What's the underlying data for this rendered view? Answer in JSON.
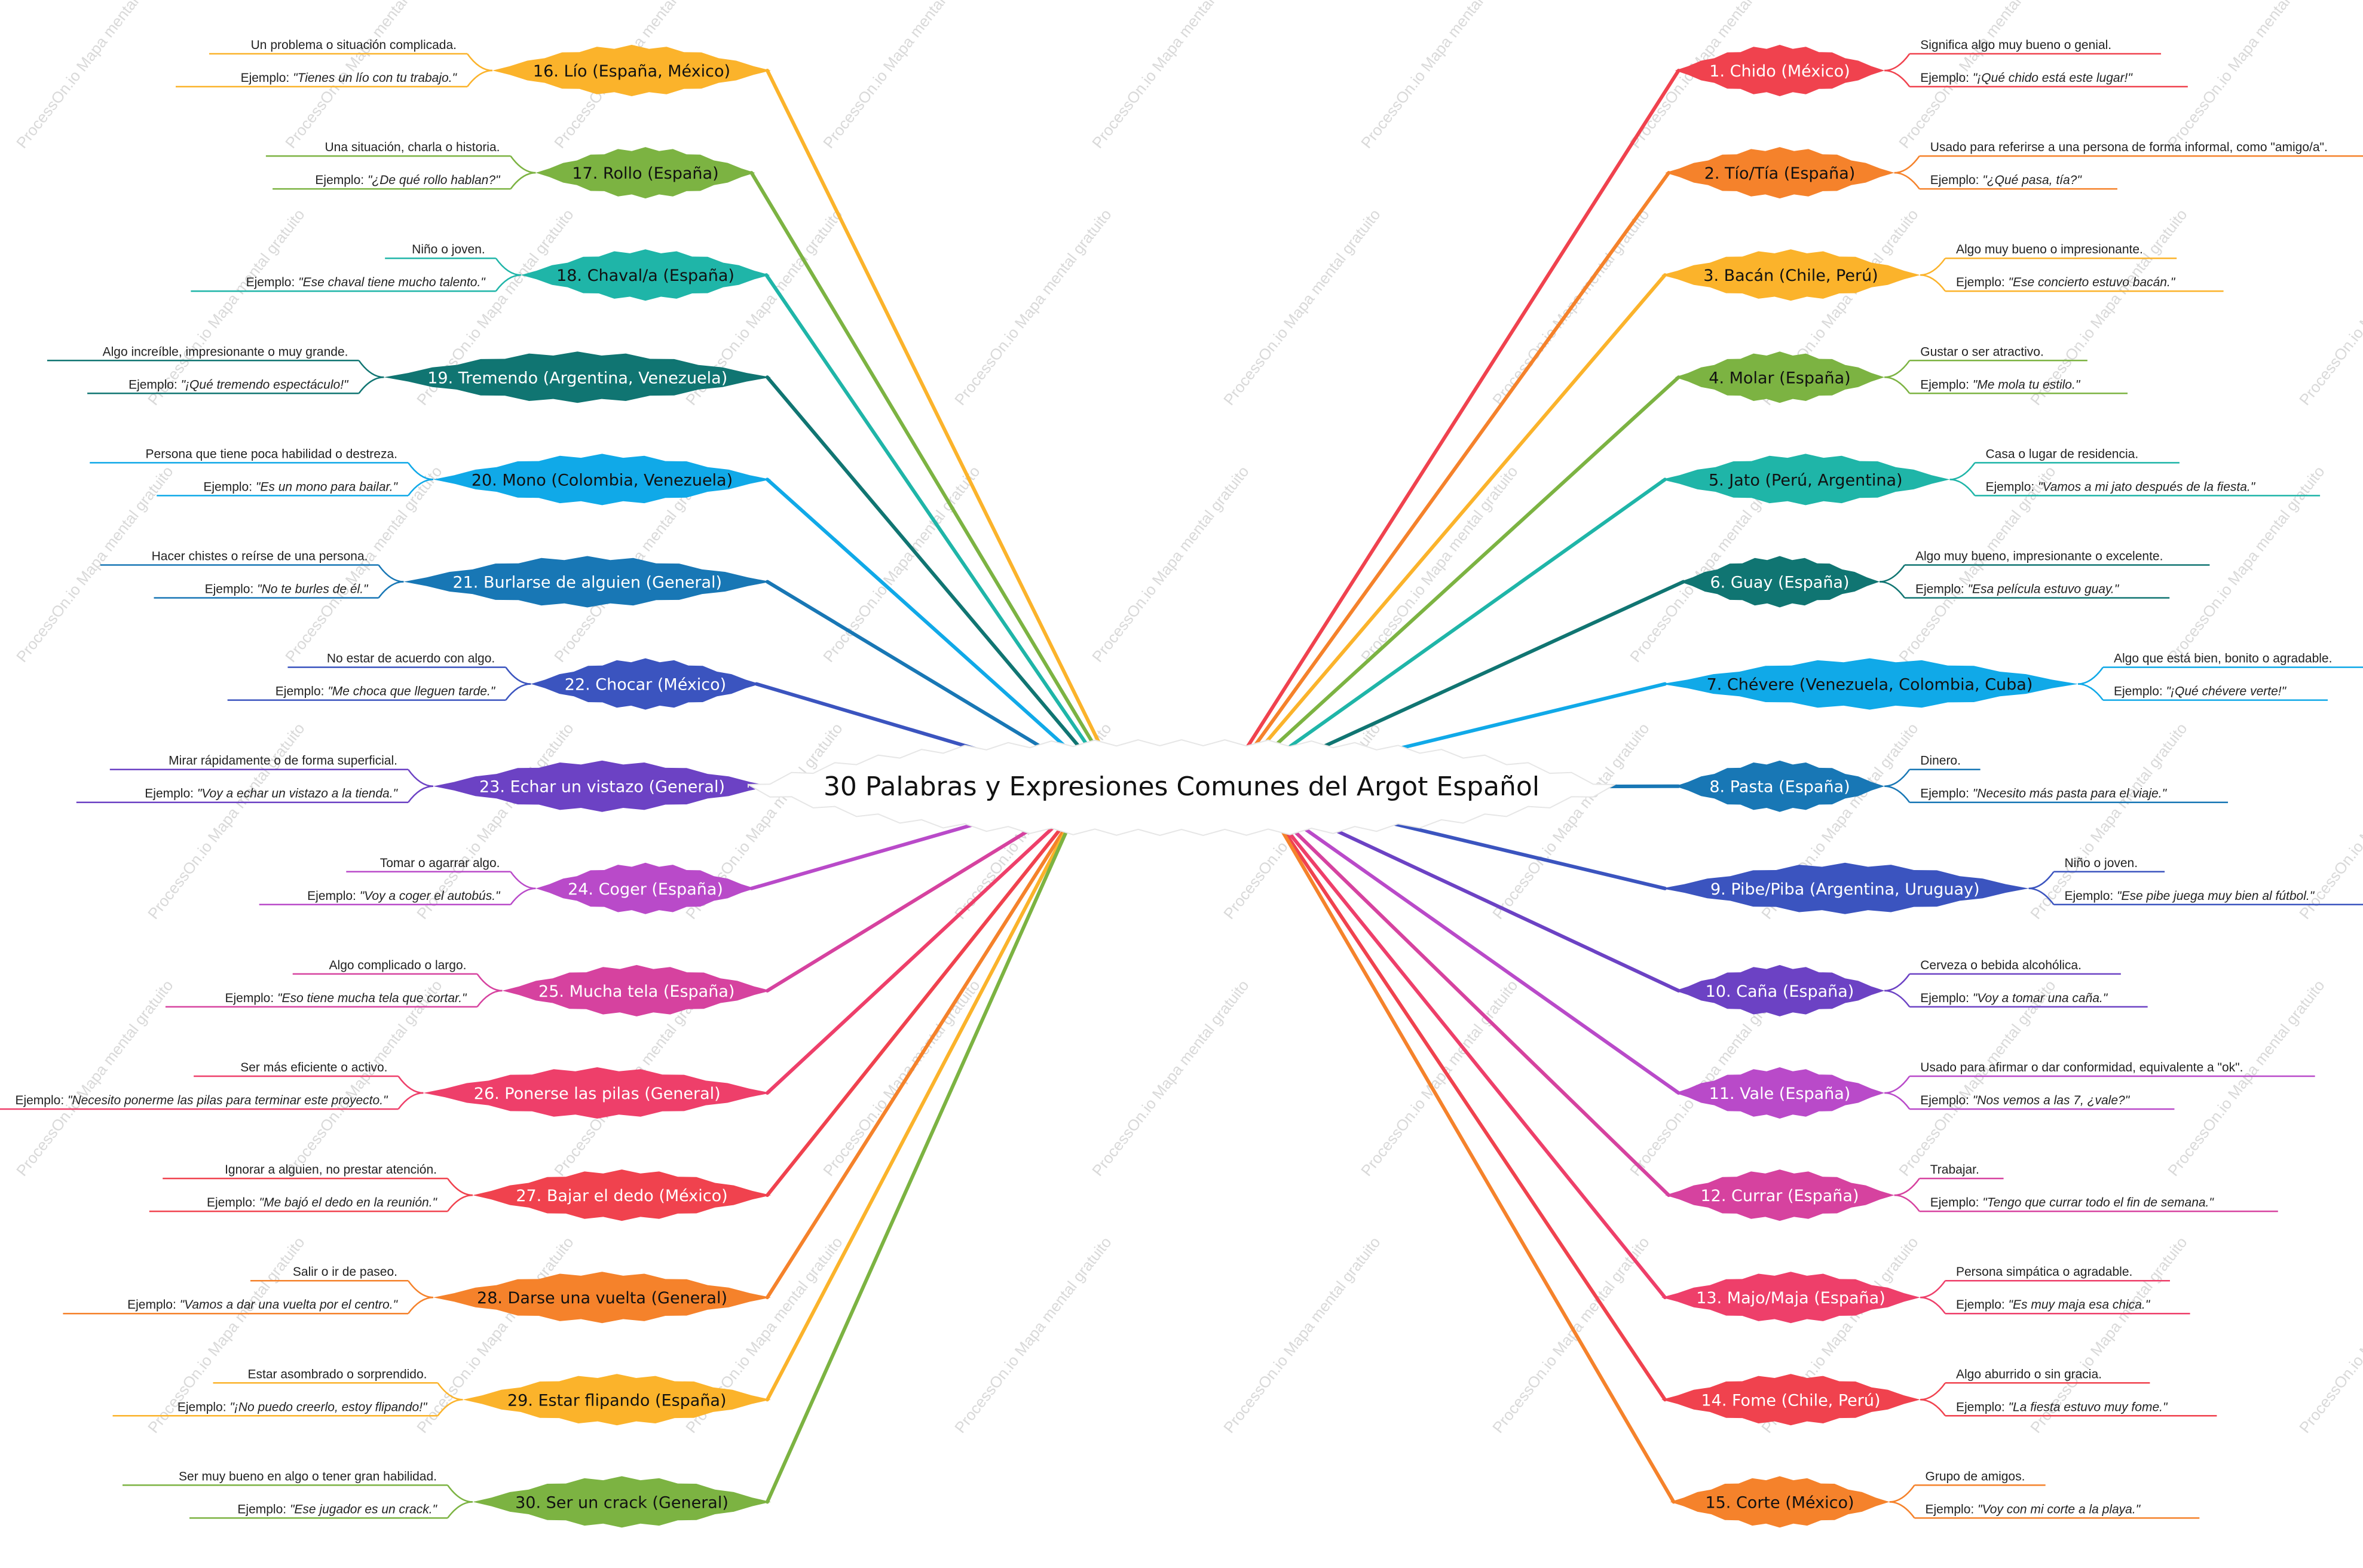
{
  "title": "30 Palabras y Expresiones Comunes del Argot Español",
  "watermark": "ProcessOn.io Mapa mental gratuito",
  "example_prefix": "Ejemplo: ",
  "branches": [
    {
      "label": "1. Chido (México)",
      "desc": "Significa algo muy bueno o genial.",
      "example": "\"¡Qué chido está este lugar!\"",
      "color": "#f0424e",
      "side": "right",
      "text_color": "#ffffff"
    },
    {
      "label": "2. Tío/Tía (España)",
      "desc": "Usado para referirse a una persona de forma informal, como \"amigo/a\".",
      "example": "\"¿Qué pasa, tía?\"",
      "color": "#f5822b",
      "side": "right",
      "text_color": "#111111"
    },
    {
      "label": "3. Bacán (Chile, Perú)",
      "desc": "Algo muy bueno o impresionante.",
      "example": "\"Ese concierto estuvo bacán.\"",
      "color": "#fbb32b",
      "side": "right",
      "text_color": "#111111"
    },
    {
      "label": "4. Molar (España)",
      "desc": "Gustar o ser atractivo.",
      "example": "\"Me mola tu estilo.\"",
      "color": "#7cb342",
      "side": "right",
      "text_color": "#111111"
    },
    {
      "label": "5. Jato (Perú, Argentina)",
      "desc": "Casa o lugar de residencia.",
      "example": "\"Vamos a mi jato después de la fiesta.\"",
      "color": "#1fb5a8",
      "side": "right",
      "text_color": "#111111"
    },
    {
      "label": "6. Guay (España)",
      "desc": "Algo muy bueno, impresionante o excelente.",
      "example": "\"Esa película estuvo guay.\"",
      "color": "#107572",
      "side": "right",
      "text_color": "#ffffff"
    },
    {
      "label": "7. Chévere (Venezuela, Colombia, Cuba)",
      "desc": "Algo que está bien, bonito o agradable.",
      "example": "\"¡Qué chévere verte!\"",
      "color": "#10a9e8",
      "side": "right",
      "text_color": "#111111"
    },
    {
      "label": "8. Pasta (España)",
      "desc": "Dinero.",
      "example": "\"Necesito más pasta para el viaje.\"",
      "color": "#1877b5",
      "side": "right",
      "text_color": "#ffffff"
    },
    {
      "label": "9. Pibe/Piba (Argentina, Uruguay)",
      "desc": "Niño o joven.",
      "example": "\"Ese pibe juega muy bien al fútbol.\"",
      "color": "#3b54bf",
      "side": "right",
      "text_color": "#ffffff"
    },
    {
      "label": "10. Caña (España)",
      "desc": "Cerveza o bebida alcohólica.",
      "example": "\"Voy a tomar una caña.\"",
      "color": "#6c42c4",
      "side": "right",
      "text_color": "#ffffff"
    },
    {
      "label": "11. Vale (España)",
      "desc": "Usado para afirmar o dar conformidad, equivalente a \"ok\".",
      "example": "\"Nos vemos a las 7, ¿vale?\"",
      "color": "#b94ac9",
      "side": "right",
      "text_color": "#ffffff"
    },
    {
      "label": "12. Currar (España)",
      "desc": "Trabajar.",
      "example": "\"Tengo que currar todo el fin de semana.\"",
      "color": "#d6429f",
      "side": "right",
      "text_color": "#ffffff"
    },
    {
      "label": "13. Majo/Maja (España)",
      "desc": "Persona simpática o agradable.",
      "example": "\"Es muy maja esa chica.\"",
      "color": "#ee3f6a",
      "side": "right",
      "text_color": "#ffffff"
    },
    {
      "label": "14. Fome (Chile, Perú)",
      "desc": "Algo aburrido o sin gracia.",
      "example": "\"La fiesta estuvo muy fome.\"",
      "color": "#f0424e",
      "side": "right",
      "text_color": "#ffffff"
    },
    {
      "label": "15. Corte (México)",
      "desc": "Grupo de amigos.",
      "example": "\"Voy con mi corte a la playa.\"",
      "color": "#f5822b",
      "side": "right",
      "text_color": "#111111"
    },
    {
      "label": "16. Lío (España, México)",
      "desc": "Un problema o situación complicada.",
      "example": "\"Tienes un lío con tu trabajo.\"",
      "color": "#fbb32b",
      "side": "left",
      "text_color": "#111111"
    },
    {
      "label": "17. Rollo (España)",
      "desc": "Una situación, charla o historia.",
      "example": "\"¿De qué rollo hablan?\"",
      "color": "#7cb342",
      "side": "left",
      "text_color": "#111111"
    },
    {
      "label": "18. Chaval/a (España)",
      "desc": "Niño o joven.",
      "example": "\"Ese chaval tiene mucho talento.\"",
      "color": "#1fb5a8",
      "side": "left",
      "text_color": "#111111"
    },
    {
      "label": "19. Tremendo (Argentina, Venezuela)",
      "desc": "Algo increíble, impresionante o muy grande.",
      "example": "\"¡Qué tremendo espectáculo!\"",
      "color": "#107572",
      "side": "left",
      "text_color": "#ffffff"
    },
    {
      "label": "20. Mono (Colombia, Venezuela)",
      "desc": "Persona que tiene poca habilidad o destreza.",
      "example": "\"Es un mono para bailar.\"",
      "color": "#10a9e8",
      "side": "left",
      "text_color": "#111111"
    },
    {
      "label": "21. Burlarse de alguien (General)",
      "desc": "Hacer chistes o reírse de una persona.",
      "example": "\"No te burles de él.\"",
      "color": "#1877b5",
      "side": "left",
      "text_color": "#ffffff"
    },
    {
      "label": "22. Chocar (México)",
      "desc": "No estar de acuerdo con algo.",
      "example": "\"Me choca que lleguen tarde.\"",
      "color": "#3b54bf",
      "side": "left",
      "text_color": "#ffffff"
    },
    {
      "label": "23. Echar un vistazo (General)",
      "desc": "Mirar rápidamente o de forma superficial.",
      "example": "\"Voy a echar un vistazo a la tienda.\"",
      "color": "#6c42c4",
      "side": "left",
      "text_color": "#ffffff"
    },
    {
      "label": "24. Coger (España)",
      "desc": "Tomar o agarrar algo.",
      "example": "\"Voy a coger el autobús.\"",
      "color": "#b94ac9",
      "side": "left",
      "text_color": "#ffffff"
    },
    {
      "label": "25. Mucha tela (España)",
      "desc": "Algo complicado o largo.",
      "example": "\"Eso tiene mucha tela que cortar.\"",
      "color": "#d6429f",
      "side": "left",
      "text_color": "#ffffff"
    },
    {
      "label": "26. Ponerse las pilas (General)",
      "desc": "Ser más eficiente o activo.",
      "example": "\"Necesito ponerme las pilas para terminar este proyecto.\"",
      "color": "#ee3f6a",
      "side": "left",
      "text_color": "#ffffff"
    },
    {
      "label": "27. Bajar el dedo (México)",
      "desc": "Ignorar a alguien, no prestar atención.",
      "example": "\"Me bajó el dedo en la reunión.\"",
      "color": "#f0424e",
      "side": "left",
      "text_color": "#ffffff"
    },
    {
      "label": "28. Darse una vuelta (General)",
      "desc": "Salir o ir de paseo.",
      "example": "\"Vamos a dar una vuelta por el centro.\"",
      "color": "#f5822b",
      "side": "left",
      "text_color": "#111111"
    },
    {
      "label": "29. Estar flipando (España)",
      "desc": "Estar asombrado o sorprendido.",
      "example": "\"¡No puedo creerlo, estoy flipando!\"",
      "color": "#fbb32b",
      "side": "left",
      "text_color": "#111111"
    },
    {
      "label": "30. Ser un crack (General)",
      "desc": "Ser muy bueno en algo o tener gran habilidad.",
      "example": "\"Ese jugador es un crack.\"",
      "color": "#7cb342",
      "side": "left",
      "text_color": "#111111"
    }
  ]
}
